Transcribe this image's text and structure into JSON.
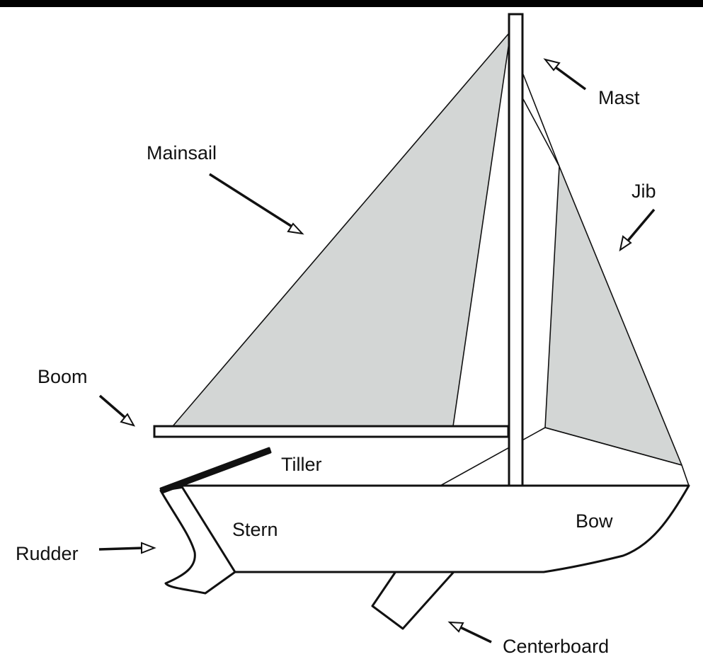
{
  "colors": {
    "sail_fill": "#d3d6d5",
    "outline": "#111111",
    "hull_fill": "#ffffff",
    "top_bar": "#000000"
  },
  "labels": {
    "mast": "Mast",
    "mainsail": "Mainsail",
    "jib": "Jib",
    "boom": "Boom",
    "tiller": "Tiller",
    "stern": "Stern",
    "bow": "Bow",
    "rudder": "Rudder",
    "centerboard": "Centerboard"
  }
}
